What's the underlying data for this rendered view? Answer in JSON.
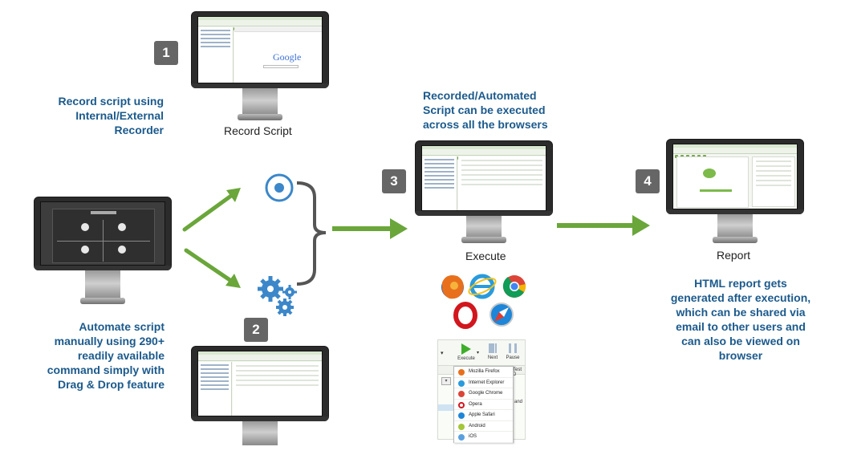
{
  "steps": {
    "s1": {
      "badge": "1",
      "caption": "Record Script",
      "desc": [
        "Record script using",
        "Internal/External",
        "Recorder"
      ]
    },
    "s2": {
      "badge": "2",
      "desc": [
        "Automate script",
        "manually using 290+",
        "readily available",
        "command simply with",
        "Drag & Drop feature"
      ]
    },
    "s3": {
      "badge": "3",
      "caption": "Execute",
      "desc": [
        "Recorded/Automated",
        "Script can be executed",
        "across all the browsers"
      ]
    },
    "s4": {
      "badge": "4",
      "caption": "Report",
      "desc": [
        "HTML report gets",
        "generated after execution,",
        "which can be shared via",
        "email to other users and",
        "can also be viewed on",
        "browser"
      ]
    }
  },
  "mini_screen": {
    "search_logo": "Google"
  },
  "execute_panel": {
    "toolbar": {
      "execute": "Execute",
      "next": "Next",
      "pause": "Pause"
    },
    "column_header": "Test D",
    "cell_text": "and",
    "browsers": [
      "Mozilla Firefox",
      "Internet Explorer",
      "Google Chrome",
      "Opera",
      "Apple Safari",
      "Android",
      "iOS"
    ]
  },
  "colors": {
    "arrow": "#6aa63a",
    "text_blue": "#1b5a8c",
    "badge_bg": "#666666",
    "icon_blue": "#3b87c9"
  },
  "icons": [
    "record-target-icon",
    "gears-icon",
    "firefox-icon",
    "internet-explorer-icon",
    "chrome-icon",
    "opera-icon",
    "safari-icon"
  ]
}
